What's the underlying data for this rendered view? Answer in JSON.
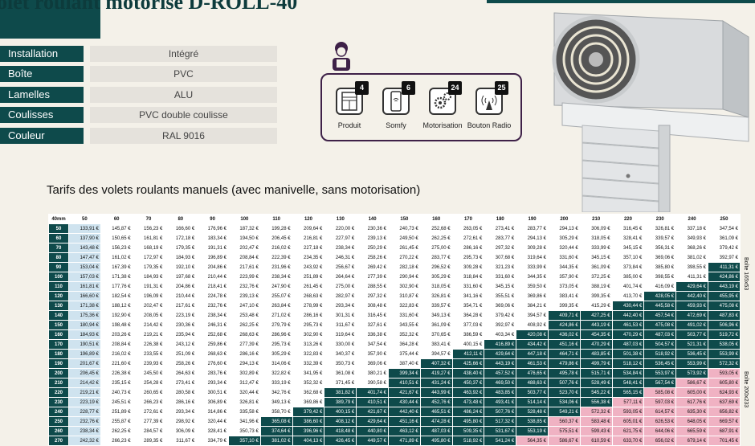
{
  "title": "olet roulant motorisé D-ROLL-40",
  "specs": [
    {
      "label": "Installation",
      "value": "Intégré"
    },
    {
      "label": "Boîte",
      "value": "PVC"
    },
    {
      "label": "Lamelles",
      "value": "ALU"
    },
    {
      "label": "Coulisses",
      "value": "PVC double coulisse"
    },
    {
      "label": "Couleur",
      "value": "RAL 9016"
    }
  ],
  "features": [
    {
      "icon": "window-icon",
      "badge": "4",
      "label": "Produit"
    },
    {
      "icon": "smartphone-wifi-icon",
      "badge": "6",
      "label": "Somfy"
    },
    {
      "icon": "gears-icon",
      "badge": "24",
      "label": "Motorisation"
    },
    {
      "icon": "radio-antenna-icon",
      "badge": "25",
      "label": "Bouton Radio"
    }
  ],
  "subtitle": "Tarifs des volets roulants manuels (avec manivelle, sans motorisation)",
  "table": {
    "corner": "40mm",
    "columns": [
      "50",
      "60",
      "70",
      "80",
      "90",
      "100",
      "110",
      "120",
      "130",
      "140",
      "150",
      "160",
      "170",
      "180",
      "190",
      "200",
      "210",
      "220",
      "230",
      "240",
      "250"
    ],
    "rows": [
      {
        "h": "50",
        "cells": [
          "133,91 €",
          "145,87 €",
          "156,23 €",
          "166,60 €",
          "176,96 €",
          "187,32 €",
          "199,28 €",
          "209,64 €",
          "220,00 €",
          "230,36 €",
          "240,73 €",
          "252,68 €",
          "263,05 €",
          "273,41 €",
          "283,77 €",
          "294,13 €",
          "306,09 €",
          "316,45 €",
          "326,81 €",
          "337,18 €",
          "347,54 €"
        ]
      },
      {
        "h": "60",
        "cells": [
          "137,90 €",
          "150,65 €",
          "161,81 €",
          "172,18 €",
          "183,34 €",
          "194,50 €",
          "206,45 €",
          "216,81 €",
          "227,97 €",
          "239,13 €",
          "249,50 €",
          "262,25 €",
          "272,61 €",
          "283,77 €",
          "294,13 €",
          "305,29 €",
          "318,05 €",
          "328,41 €",
          "339,57 €",
          "349,93 €",
          "361,09 €"
        ]
      },
      {
        "h": "70",
        "cells": [
          "143,48 €",
          "156,23 €",
          "168,19 €",
          "179,35 €",
          "191,31 €",
          "202,47 €",
          "216,02 €",
          "227,18 €",
          "238,34 €",
          "250,29 €",
          "261,45 €",
          "275,00 €",
          "286,16 €",
          "297,32 €",
          "309,28 €",
          "320,44 €",
          "333,99 €",
          "345,15 €",
          "356,31 €",
          "368,26 €",
          "379,42 €"
        ]
      },
      {
        "h": "80",
        "cells": [
          "147,47 €",
          "161,02 €",
          "172,97 €",
          "184,93 €",
          "196,89 €",
          "208,84 €",
          "222,39 €",
          "234,35 €",
          "246,31 €",
          "258,26 €",
          "270,22 €",
          "283,77 €",
          "295,73 €",
          "307,68 €",
          "319,64 €",
          "331,60 €",
          "345,15 €",
          "357,10 €",
          "369,06 €",
          "381,02 €",
          "392,97 €"
        ]
      },
      {
        "h": "90",
        "cells": [
          "153,04 €",
          "167,39 €",
          "179,35 €",
          "192,10 €",
          "204,86 €",
          "217,61 €",
          "231,96 €",
          "243,92 €",
          "256,67 €",
          "269,42 €",
          "282,18 €",
          "296,52 €",
          "309,28 €",
          "321,23 €",
          "333,99 €",
          "344,35 €",
          "361,09 €",
          "373,84 €",
          "385,80 €",
          "398,55 €",
          "411,31 €"
        ]
      },
      {
        "h": "100",
        "cells": [
          "157,03 €",
          "171,38 €",
          "184,93 €",
          "197,68 €",
          "210,44 €",
          "223,99 €",
          "238,34 €",
          "251,89 €",
          "264,64 €",
          "277,39 €",
          "290,94 €",
          "305,29 €",
          "318,84 €",
          "331,60 €",
          "344,35 €",
          "357,90 €",
          "372,25 €",
          "385,00 €",
          "398,55 €",
          "411,31 €",
          "424,86 €"
        ]
      },
      {
        "h": "110",
        "cells": [
          "161,81 €",
          "177,76 €",
          "191,31 €",
          "204,86 €",
          "218,41 €",
          "232,76 €",
          "247,90 €",
          "261,45 €",
          "275,00 €",
          "288,55 €",
          "302,90 €",
          "318,05 €",
          "331,60 €",
          "345,15 €",
          "359,50 €",
          "373,05 €",
          "388,19 €",
          "401,74 €",
          "416,09 €",
          "429,64 €",
          "443,19 €"
        ]
      },
      {
        "h": "120",
        "cells": [
          "166,60 €",
          "182,54 €",
          "196,09 €",
          "210,44 €",
          "224,78 €",
          "239,13 €",
          "255,07 €",
          "268,63 €",
          "282,97 €",
          "297,32 €",
          "310,87 €",
          "326,81 €",
          "341,16 €",
          "355,51 €",
          "369,86 €",
          "383,41 €",
          "399,35 €",
          "413,70 €",
          "428,05 €",
          "442,40 €",
          "455,95 €"
        ]
      },
      {
        "h": "130",
        "cells": [
          "171,38 €",
          "188,12 €",
          "202,47 €",
          "217,61 €",
          "232,76 €",
          "247,10 €",
          "263,84 €",
          "278,99 €",
          "293,34 €",
          "308,48 €",
          "322,83 €",
          "339,57 €",
          "354,71 €",
          "369,06 €",
          "384,21 €",
          "399,35 €",
          "415,29 €",
          "430,44 €",
          "445,58 €",
          "459,93 €",
          "475,08 €"
        ]
      },
      {
        "h": "140",
        "cells": [
          "175,36 €",
          "192,90 €",
          "208,05 €",
          "223,19 €",
          "238,34 €",
          "253,48 €",
          "271,02 €",
          "286,16 €",
          "301,31 €",
          "316,45 €",
          "331,60 €",
          "349,13 €",
          "364,28 €",
          "379,42 €",
          "394,57 €",
          "409,71 €",
          "427,25 €",
          "442,40 €",
          "457,54 €",
          "472,69 €",
          "487,83 €"
        ]
      },
      {
        "h": "150",
        "cells": [
          "180,94 €",
          "198,48 €",
          "214,42 €",
          "230,36 €",
          "246,31 €",
          "262,25 €",
          "279,79 €",
          "295,73 €",
          "311,67 €",
          "327,61 €",
          "343,55 €",
          "361,09 €",
          "377,03 €",
          "392,97 €",
          "408,92 €",
          "424,86 €",
          "443,19 €",
          "461,53 €",
          "475,08 €",
          "491,02 €",
          "506,96 €"
        ]
      },
      {
        "h": "160",
        "cells": [
          "184,93 €",
          "203,26 €",
          "219,21 €",
          "235,94 €",
          "252,68 €",
          "268,63 €",
          "286,96 €",
          "302,90 €",
          "319,64 €",
          "336,38 €",
          "352,32 €",
          "370,65 €",
          "386,59 €",
          "403,34 €",
          "420,08 €",
          "436,02 €",
          "454,35 €",
          "470,29 €",
          "487,03 €",
          "503,77 €",
          "519,72 €"
        ]
      },
      {
        "h": "170",
        "cells": [
          "190,51 €",
          "208,84 €",
          "226,38 €",
          "243,12 €",
          "259,86 €",
          "277,39 €",
          "295,73 €",
          "313,26 €",
          "330,00 €",
          "347,54 €",
          "364,28 €",
          "383,41 €",
          "400,15 €",
          "416,89 €",
          "434,42 €",
          "451,16 €",
          "470,29 €",
          "487,03 €",
          "504,57 €",
          "521,31 €",
          "538,05 €"
        ]
      },
      {
        "h": "180",
        "cells": [
          "196,89 €",
          "216,02 €",
          "233,55 €",
          "251,09 €",
          "268,63 €",
          "286,16 €",
          "305,29 €",
          "322,83 €",
          "340,37 €",
          "357,90 €",
          "375,44 €",
          "394,57 €",
          "412,11 €",
          "429,64 €",
          "447,18 €",
          "464,71 €",
          "483,85 €",
          "501,38 €",
          "518,92 €",
          "536,45 €",
          "553,99 €"
        ]
      },
      {
        "h": "190",
        "cells": [
          "201,67 €",
          "221,60 €",
          "239,93 €",
          "258,26 €",
          "276,60 €",
          "294,13 €",
          "314,06 €",
          "332,39 €",
          "350,73 €",
          "369,06 €",
          "387,40 €",
          "407,32 €",
          "425,66 €",
          "443,19 €",
          "461,53 €",
          "479,86 €",
          "499,79 €",
          "518,12 €",
          "536,45 €",
          "553,99 €",
          "572,32 €"
        ]
      },
      {
        "h": "200",
        "cells": [
          "206,45 €",
          "226,38 €",
          "245,50 €",
          "264,63 €",
          "283,76 €",
          "302,89 €",
          "322,82 €",
          "341,95 €",
          "361,08 €",
          "380,21 €",
          "399,34 €",
          "419,27 €",
          "438,40 €",
          "457,52 €",
          "476,65 €",
          "495,78 €",
          "515,71 €",
          "534,84 €",
          "553,97 €",
          "573,92 €",
          "593,05 €"
        ]
      },
      {
        "h": "210",
        "cells": [
          "214,42 €",
          "235,15 €",
          "254,28 €",
          "273,41 €",
          "293,34 €",
          "312,47 €",
          "333,19 €",
          "352,32 €",
          "371,45 €",
          "390,58 €",
          "410,51 €",
          "431,24 €",
          "450,37 €",
          "469,50 €",
          "488,63 €",
          "507,76 €",
          "528,49 €",
          "548,41 €",
          "567,54 €",
          "586,67 €",
          "605,80 €"
        ]
      },
      {
        "h": "220",
        "cells": [
          "219,21 €",
          "240,73 €",
          "260,65 €",
          "280,58 €",
          "300,51 €",
          "320,44 €",
          "342,76 €",
          "362,68 €",
          "381,82 €",
          "401,74 €",
          "421,67 €",
          "443,99 €",
          "463,92 €",
          "483,85 €",
          "503,77 €",
          "523,70 €",
          "545,22 €",
          "565,15 €",
          "585,08 €",
          "605,00 €",
          "624,93 €"
        ]
      },
      {
        "h": "230",
        "cells": [
          "223,19 €",
          "245,51 €",
          "266,23 €",
          "286,16 €",
          "306,89 €",
          "326,81 €",
          "349,13 €",
          "369,86 €",
          "389,79 €",
          "410,51 €",
          "430,44 €",
          "452,76 €",
          "473,48 €",
          "493,41 €",
          "514,14 €",
          "534,06 €",
          "556,38 €",
          "577,11 €",
          "597,03 €",
          "617,76 €",
          "637,69 €"
        ]
      },
      {
        "h": "240",
        "cells": [
          "228,77 €",
          "251,89 €",
          "272,61 €",
          "293,34 €",
          "314,86 €",
          "335,58 €",
          "358,70 €",
          "379,42 €",
          "400,15 €",
          "421,67 €",
          "442,40 €",
          "465,51 €",
          "486,24 €",
          "507,76 €",
          "528,48 €",
          "549,21 €",
          "572,32 €",
          "593,05 €",
          "614,57 €",
          "635,30 €",
          "656,82 €"
        ]
      },
      {
        "h": "250",
        "cells": [
          "232,76 €",
          "255,87 €",
          "277,39 €",
          "298,92 €",
          "320,44 €",
          "341,96 €",
          "365,08 €",
          "386,60 €",
          "408,12 €",
          "429,64 €",
          "451,16 €",
          "474,28 €",
          "495,80 €",
          "517,32 €",
          "538,85 €",
          "560,37 €",
          "583,48 €",
          "605,01 €",
          "626,53 €",
          "648,05 €",
          "669,57 €"
        ]
      },
      {
        "h": "260",
        "cells": [
          "238,34 €",
          "262,25 €",
          "284,57 €",
          "306,09 €",
          "328,41 €",
          "350,73 €",
          "374,64 €",
          "396,96 €",
          "418,48 €",
          "440,80 €",
          "463,12 €",
          "487,03 €",
          "509,35 €",
          "531,67 €",
          "553,19 €",
          "575,51 €",
          "599,43 €",
          "621,75 €",
          "644,06 €",
          "665,59 €",
          "687,91 €"
        ]
      },
      {
        "h": "270",
        "cells": [
          "242,32 €",
          "266,23 €",
          "289,35 €",
          "311,67 €",
          "334,79 €",
          "357,10 €",
          "381,02 €",
          "404,13 €",
          "426,45 €",
          "449,57 €",
          "471,89 €",
          "495,80 €",
          "518,92 €",
          "541,24 €",
          "564,35 €",
          "586,67 €",
          "610,59 €",
          "633,70 €",
          "656,02 €",
          "679,14 €",
          "701,45 €"
        ]
      }
    ],
    "side_labels": [
      "Boîte 165x53",
      "Boîte 200x233"
    ]
  },
  "colors": {
    "teal": "#0e4a4b",
    "light_blue": "#cfe3ef",
    "pink": "#f0b2c3",
    "cream": "#f4f1e9",
    "panel_border": "#3e2148"
  }
}
